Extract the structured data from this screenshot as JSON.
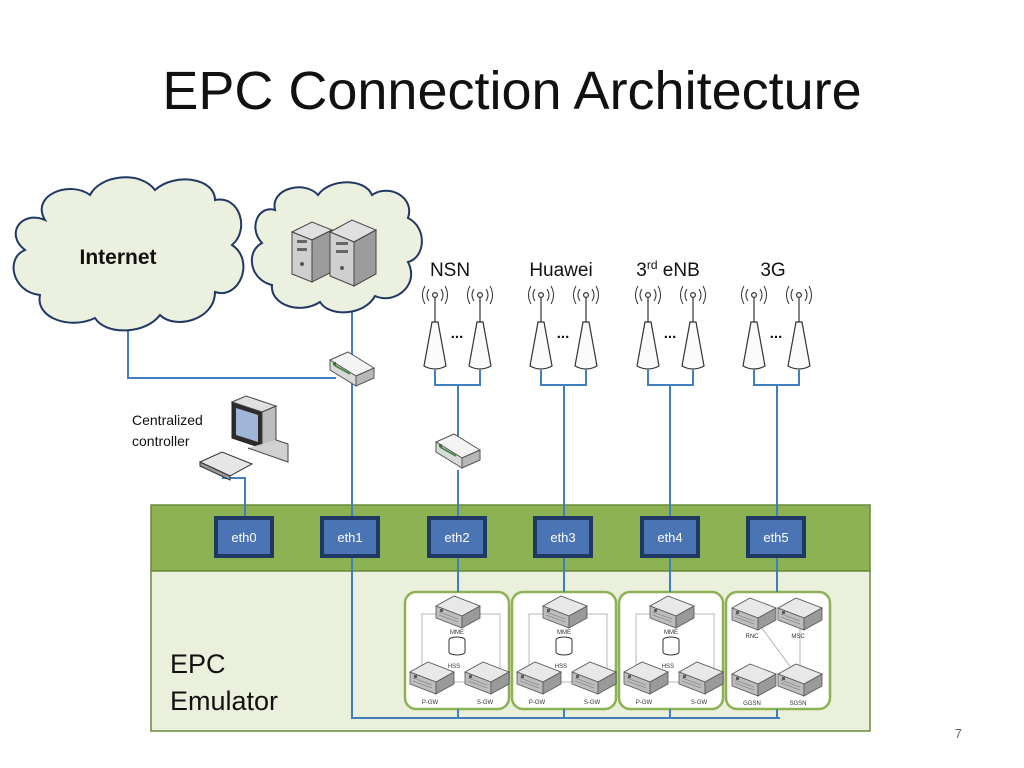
{
  "slide": {
    "title": "EPC Connection Architecture",
    "page_number": "7"
  },
  "clouds": {
    "internet_label": "Internet"
  },
  "controller": {
    "label_line1": "Centralized",
    "label_line2": "controller"
  },
  "enodeb_groups": [
    {
      "label": "NSN",
      "ellipsis": "..."
    },
    {
      "label": "Huawei",
      "ellipsis": "..."
    },
    {
      "label_base": "3",
      "label_sup": "rd",
      "label_rest": " eNB",
      "ellipsis": "..."
    },
    {
      "label": "3G",
      "ellipsis": "..."
    }
  ],
  "emulator": {
    "label_line1": "EPC",
    "label_line2": "Emulator",
    "ports": [
      "eth0",
      "eth1",
      "eth2",
      "eth3",
      "eth4",
      "eth5"
    ]
  },
  "core_groups": [
    {
      "nodes": [
        "MME",
        "HSS",
        "P-GW",
        "S-GW"
      ]
    },
    {
      "nodes": [
        "MME",
        "HSS",
        "P-GW",
        "S-GW"
      ]
    },
    {
      "nodes": [
        "MME",
        "HSS",
        "P-GW",
        "S-GW"
      ]
    },
    {
      "nodes": [
        "RNC",
        "MSC",
        "GGSN",
        "SGSN"
      ]
    }
  ],
  "colors": {
    "link": "#3f7fc0",
    "cloud_fill": "#ecf1df",
    "cloud_stroke": "#1f3864",
    "emulator_bar": "#8db254",
    "emulator_body": "#eaf0dc",
    "port_fill": "#4a74b4",
    "group_border": "#8db254"
  }
}
